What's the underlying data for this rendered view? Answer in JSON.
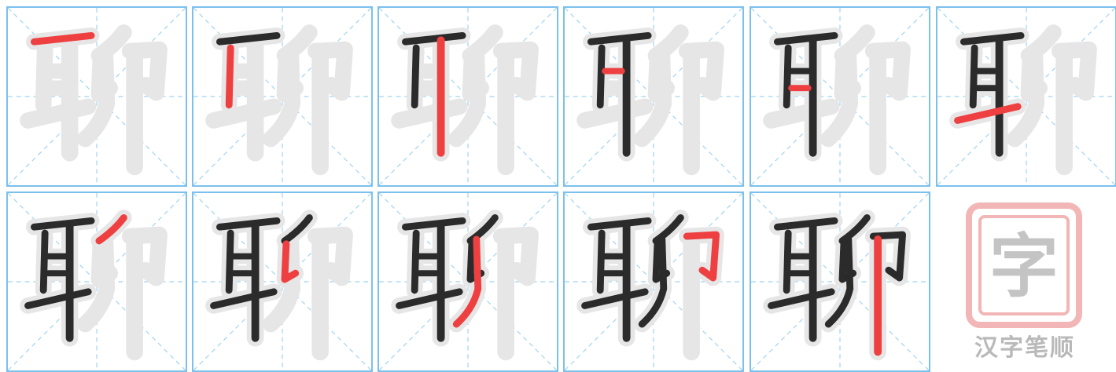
{
  "character": "聊",
  "steps": [
    {
      "step": 1,
      "done": 0,
      "current": 1
    },
    {
      "step": 2,
      "done": 1,
      "current": 2
    },
    {
      "step": 3,
      "done": 2,
      "current": 3
    },
    {
      "step": 4,
      "done": 3,
      "current": 4
    },
    {
      "step": 5,
      "done": 4,
      "current": 5
    },
    {
      "step": 6,
      "done": 5,
      "current": 6
    },
    {
      "step": 7,
      "done": 6,
      "current": 7
    },
    {
      "step": 8,
      "done": 7,
      "current": 8
    },
    {
      "step": 9,
      "done": 8,
      "current": 9
    },
    {
      "step": 10,
      "done": 9,
      "current": 10
    },
    {
      "step": 11,
      "done": 10,
      "current": 11
    }
  ],
  "logo": {
    "seal_char": "字",
    "caption": "汉字笔顺"
  },
  "colors": {
    "grid_border": "#7cc0ee",
    "guide_dash": "#9fd3f2",
    "ghost": "#e6e6e6",
    "done_stroke": "#2b2b2b",
    "current_stroke": "#ee4040",
    "seal": "#f2b6b6",
    "seal_char": "#c4c4c4",
    "caption": "#b9b9b9"
  }
}
